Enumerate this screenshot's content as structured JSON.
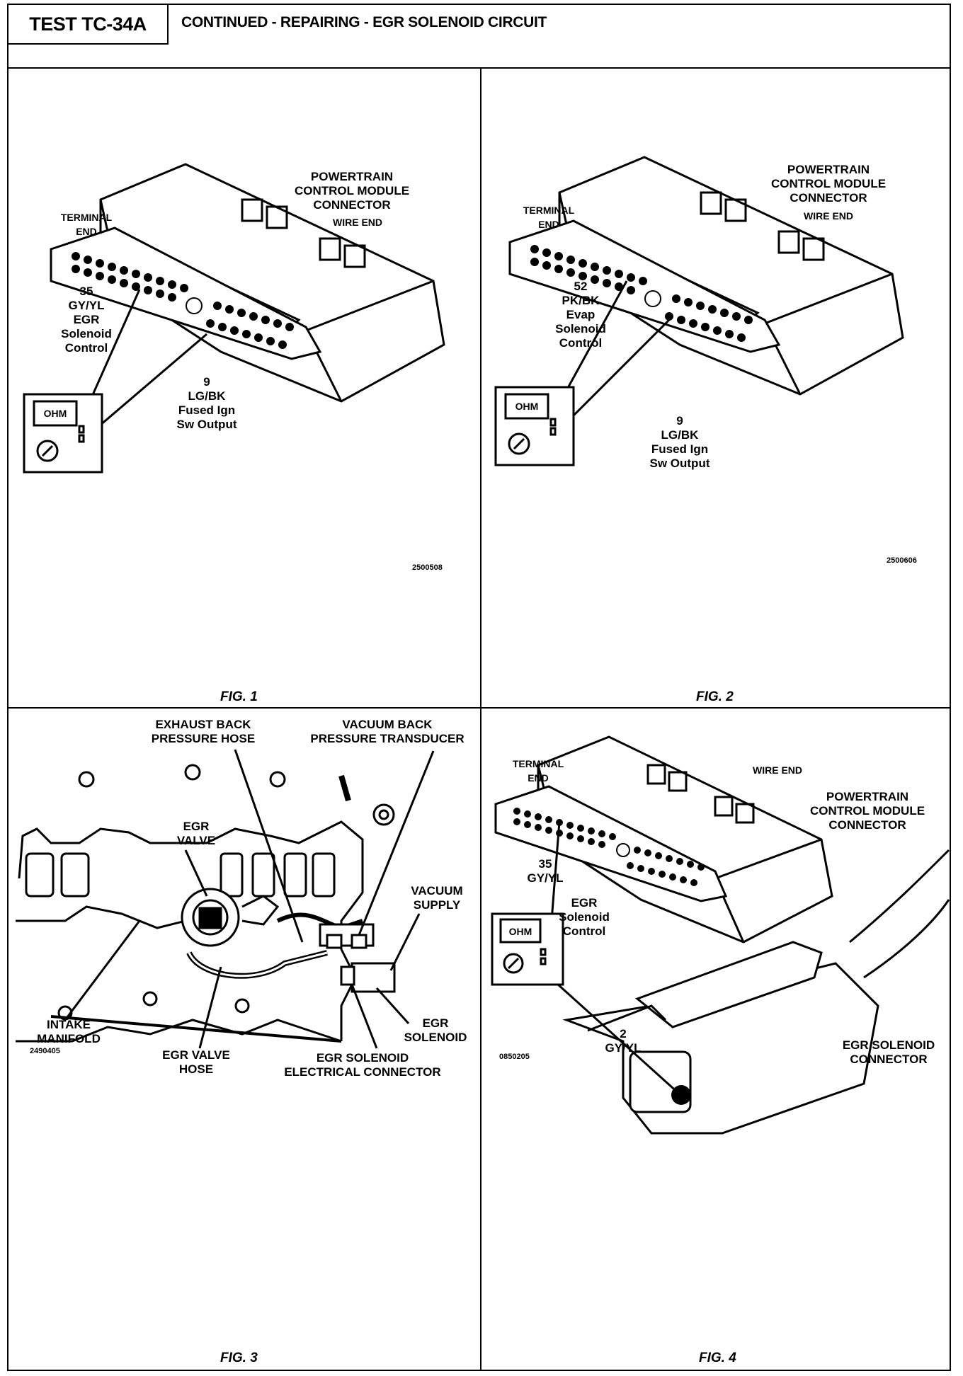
{
  "header": {
    "test_id": "TEST TC-34A",
    "title": "CONTINUED - REPAIRING - EGR SOLENOID CIRCUIT"
  },
  "fig1": {
    "caption": "FIG. 1",
    "connector_title": [
      "POWERTRAIN",
      "CONTROL MODULE",
      "CONNECTOR"
    ],
    "terminal_end": [
      "TERMINAL",
      "END"
    ],
    "wire_end": "WIRE  END",
    "pin_a": [
      "35",
      "GY/YL",
      "EGR",
      "Solenoid",
      "Control"
    ],
    "pin_b": [
      "9",
      "LG/BK",
      "Fused Ign",
      "Sw Output"
    ],
    "meter_label": "OHM",
    "code": "2500508"
  },
  "fig2": {
    "caption": "FIG. 2",
    "connector_title": [
      "POWERTRAIN",
      "CONTROL MODULE",
      "CONNECTOR"
    ],
    "terminal_end": [
      "TERMINAL",
      "END"
    ],
    "wire_end": "WIRE  END",
    "pin_a": [
      "52",
      "PK/BK",
      "Evap",
      "Solenoid",
      "Control"
    ],
    "pin_b": [
      "9",
      "LG/BK",
      "Fused Ign",
      "Sw Output"
    ],
    "meter_label": "OHM",
    "code": "2500606"
  },
  "fig3": {
    "caption": "FIG. 3",
    "exhaust_hose": [
      "EXHAUST BACK",
      "PRESSURE HOSE"
    ],
    "vacuum_transducer": [
      "VACUUM BACK",
      "PRESSURE TRANSDUCER"
    ],
    "egr_valve": [
      "EGR",
      "VALVE"
    ],
    "vacuum_supply": [
      "VACUUM",
      "SUPPLY"
    ],
    "intake_manifold": [
      "INTAKE",
      "MANIFOLD"
    ],
    "egr_valve_hose": [
      "EGR VALVE",
      "HOSE"
    ],
    "egr_solenoid_connector": [
      "EGR SOLENOID",
      "ELECTRICAL CONNECTOR"
    ],
    "egr_solenoid": [
      "EGR",
      "SOLENOID"
    ],
    "code": "2490405"
  },
  "fig4": {
    "caption": "FIG. 4",
    "connector_title": [
      "POWERTRAIN",
      "CONTROL MODULE",
      "CONNECTOR"
    ],
    "terminal_end": [
      "TERMINAL",
      "END"
    ],
    "wire_end": "WIRE  END",
    "pin_a": [
      "35",
      "GY/YL"
    ],
    "egr_control": [
      "EGR",
      "Solenoid",
      "Control"
    ],
    "pin_b": [
      "2",
      "GY/YL"
    ],
    "solenoid_connector": [
      "EGR SOLENOID",
      "CONNECTOR"
    ],
    "meter_label": "OHM",
    "code": "0850205"
  }
}
